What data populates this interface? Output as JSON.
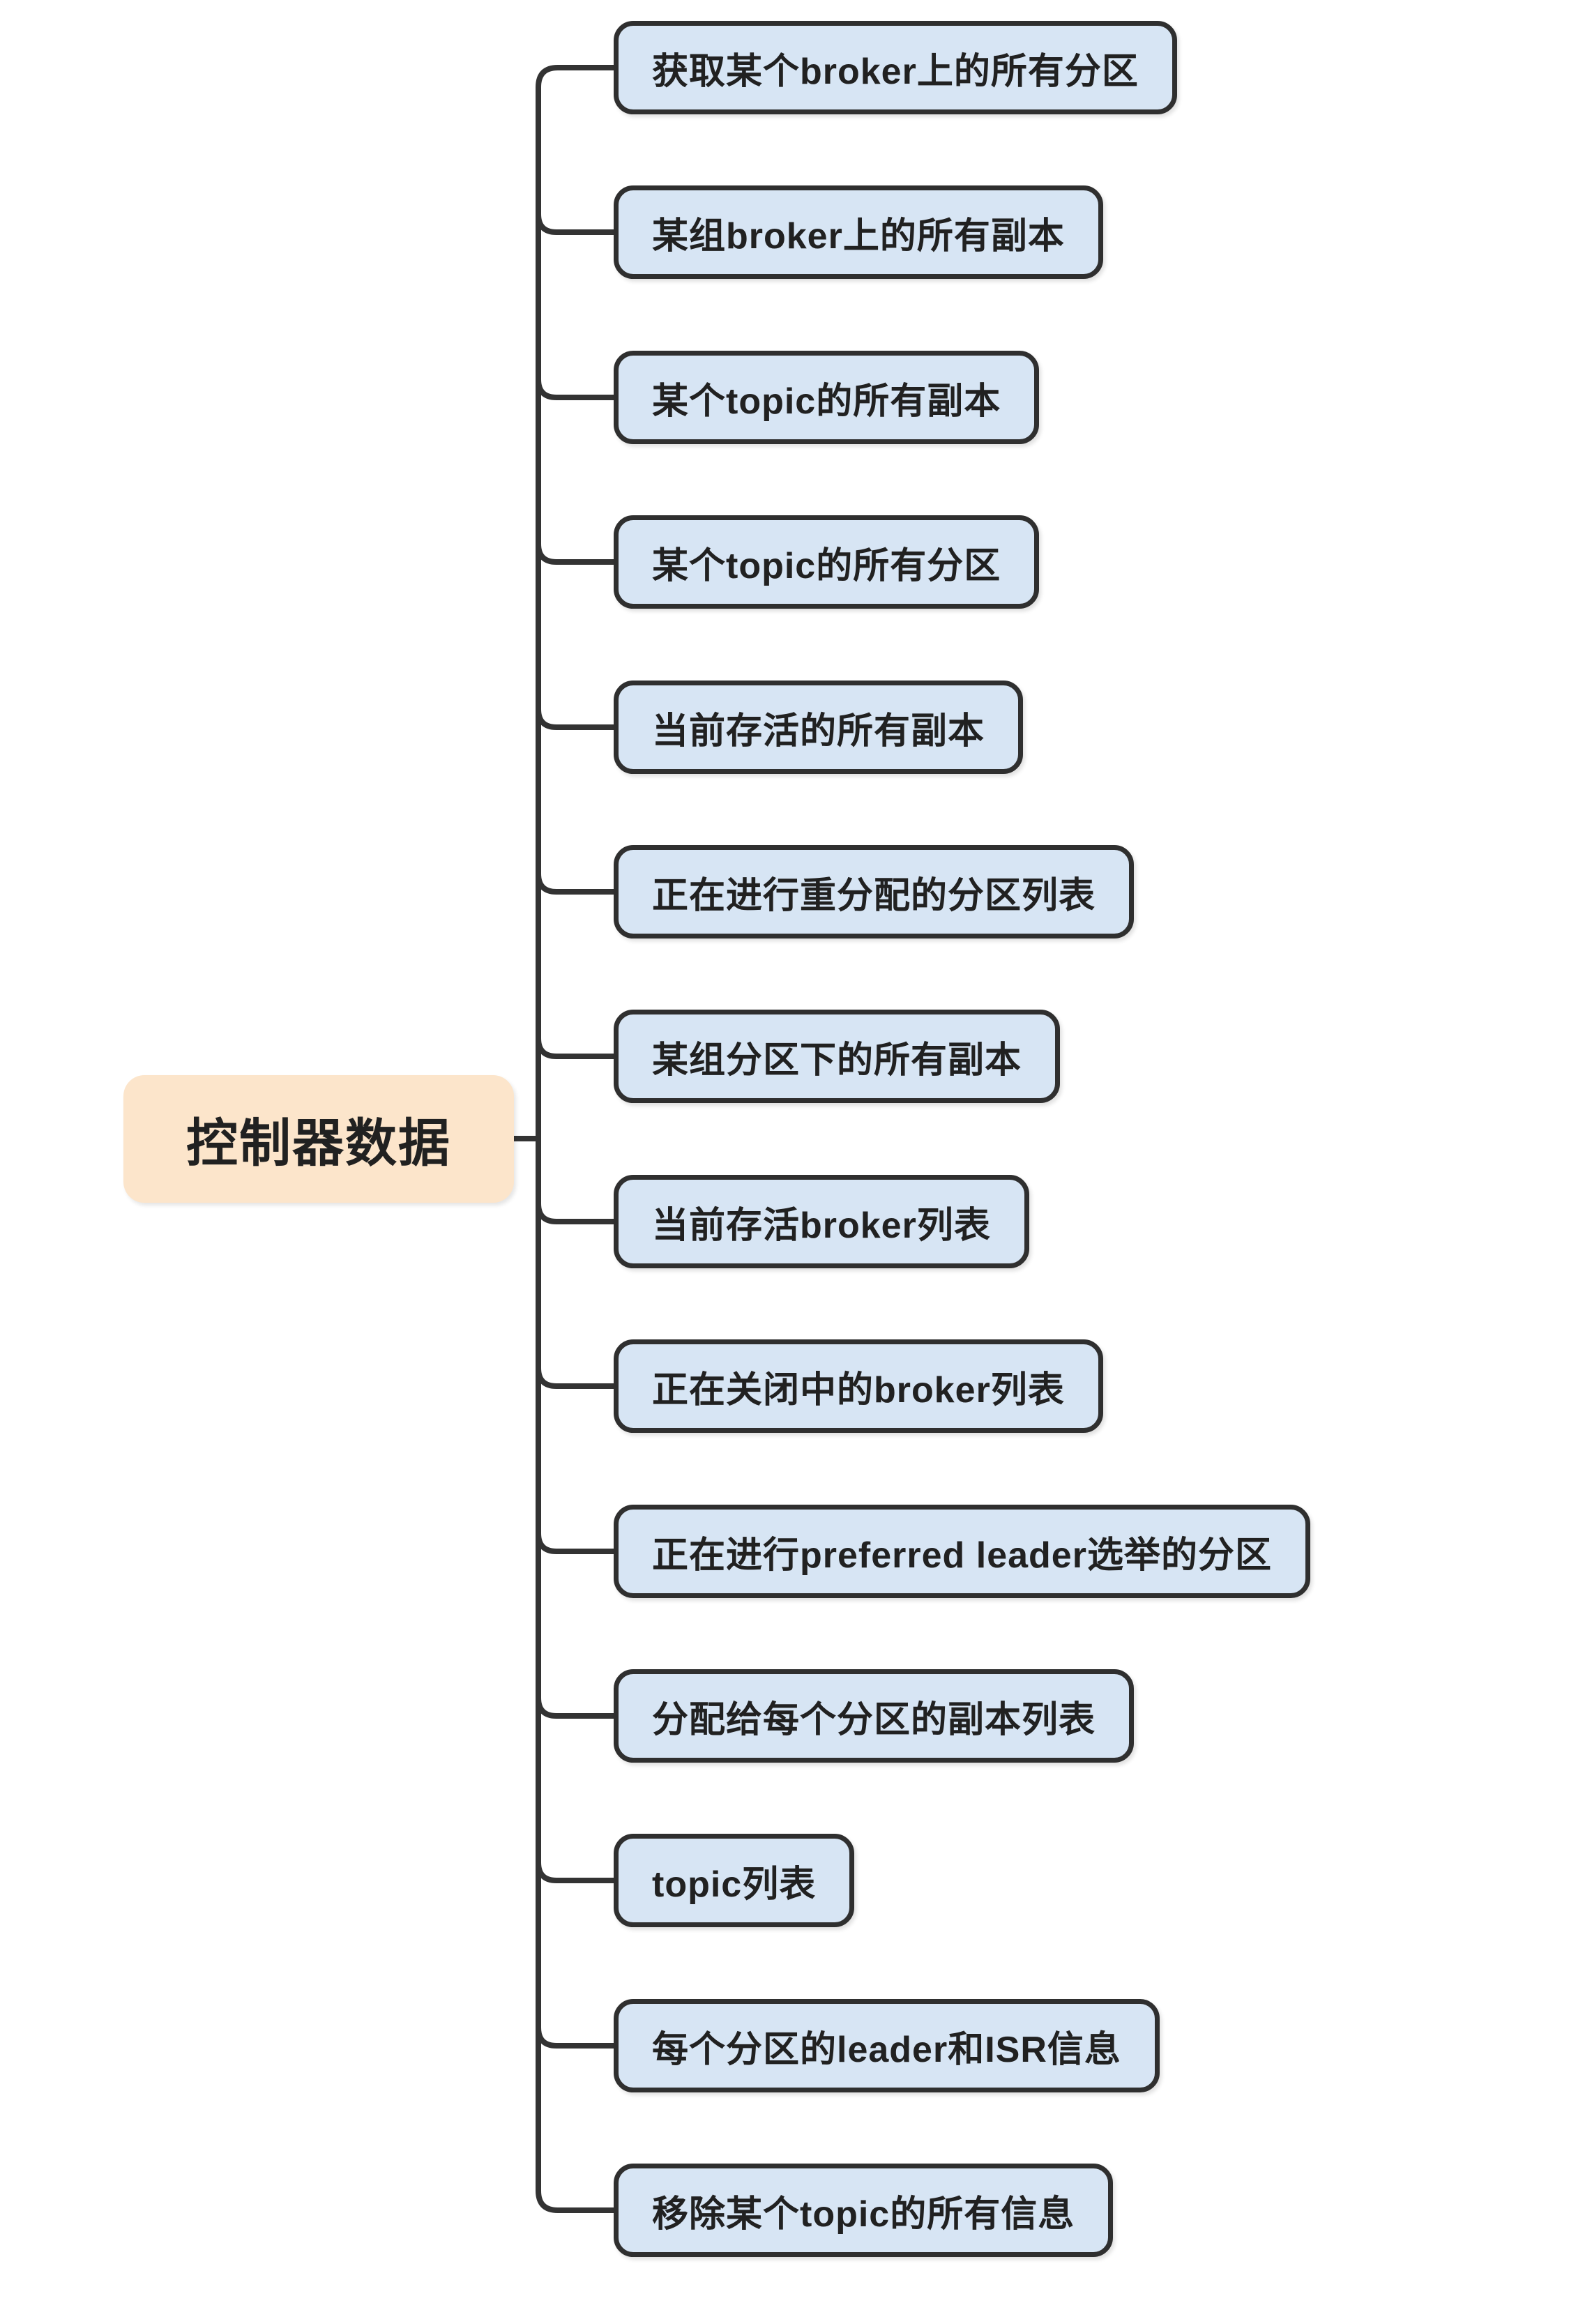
{
  "diagram": {
    "type": "mindmap",
    "root": {
      "label": "控制器数据"
    },
    "children": [
      {
        "label": "获取某个broker上的所有分区"
      },
      {
        "label": "某组broker上的所有副本"
      },
      {
        "label": "某个topic的所有副本"
      },
      {
        "label": "某个topic的所有分区"
      },
      {
        "label": "当前存活的所有副本"
      },
      {
        "label": "正在进行重分配的分区列表"
      },
      {
        "label": "某组分区下的所有副本"
      },
      {
        "label": "当前存活broker列表"
      },
      {
        "label": "正在关闭中的broker列表"
      },
      {
        "label": "正在进行preferred leader选举的分区"
      },
      {
        "label": "分配给每个分区的副本列表"
      },
      {
        "label": "topic列表"
      },
      {
        "label": "每个分区的leader和ISR信息"
      },
      {
        "label": "移除某个topic的所有信息"
      }
    ],
    "colors": {
      "background": "#ffffff",
      "root_fill": "#fce5cb",
      "child_fill": "#d7e5f4",
      "child_border": "#2f2f2f",
      "connector_line": "#333333",
      "text": "#212121"
    }
  }
}
